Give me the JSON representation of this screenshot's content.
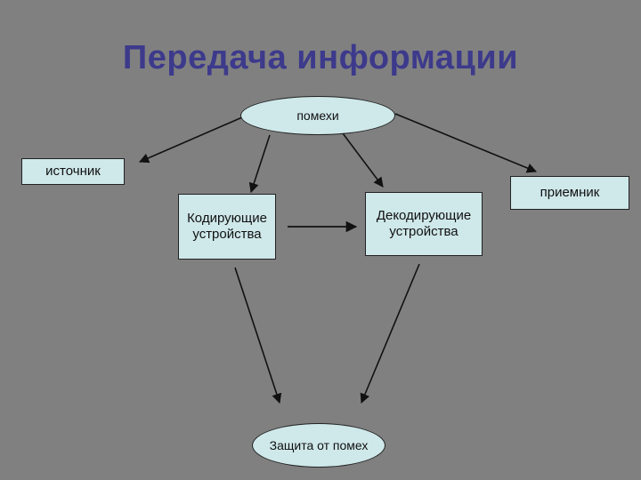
{
  "title": "Передача информации",
  "nodes": {
    "pomekhi": "помехи",
    "istochnik": "источник",
    "priemnik": "приемник",
    "kodir": "Кодирующие устройства",
    "dekodir": "Декодирующие устройства",
    "zashchita": "Защита от помех"
  },
  "colors": {
    "background": "#808080",
    "title": "#3d3a8c",
    "node_fill": "#cfe8ea",
    "arrow": "#111111"
  }
}
